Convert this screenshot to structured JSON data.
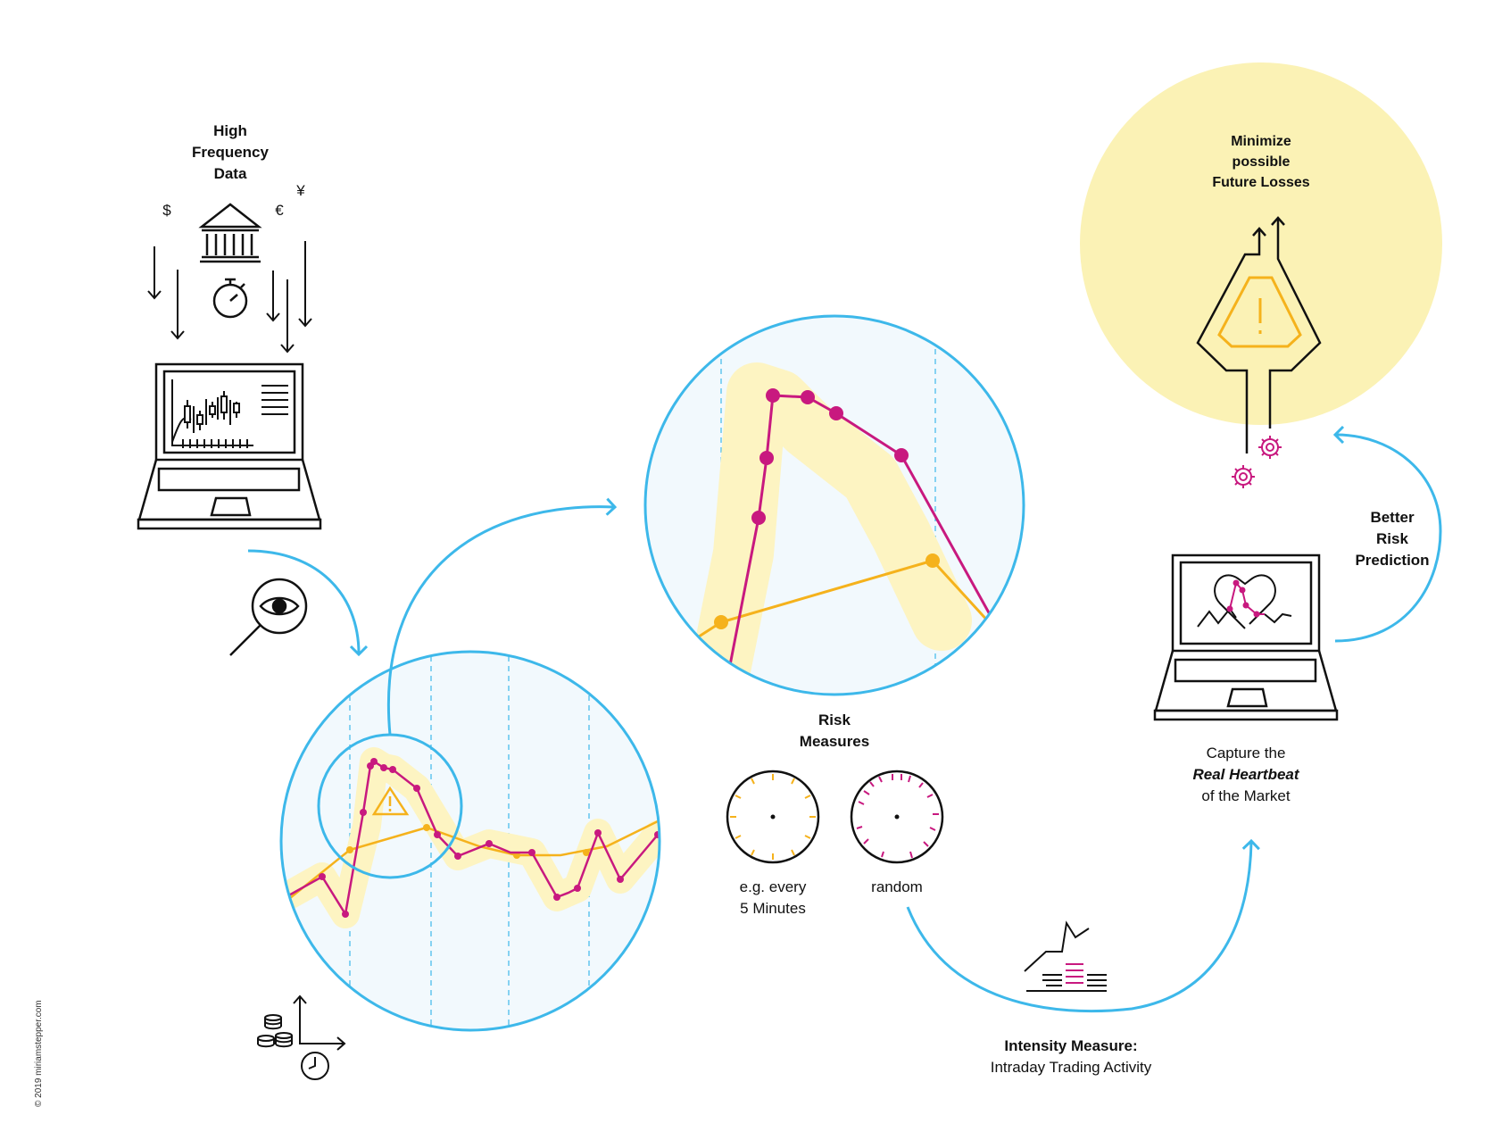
{
  "labels": {
    "hf_line1": "High",
    "hf_line2": "Frequency",
    "hf_line3": "Data",
    "dollar": "$",
    "euro": "€",
    "yen": "¥",
    "risk_line1": "Risk",
    "risk_line2": "Measures",
    "clock1_line1": "e.g. every",
    "clock1_line2": "5 Minutes",
    "clock2": "random",
    "intensity_title": "Intensity Measure:",
    "intensity_sub": "Intraday Trading Activity",
    "capture_line1": "Capture the",
    "capture_line2": "Real Heartbeat",
    "capture_line3": "of the Market",
    "better_line1": "Better",
    "better_line2": "Risk",
    "better_line3": "Prediction",
    "min_line1": "Minimize",
    "min_line2": "possible",
    "min_line3": "Future Losses",
    "copyright": "© 2019 miriamstepper.com"
  },
  "colors": {
    "arrow_blue": "#3db8ea",
    "magenta": "#c8197f",
    "orange": "#f5b21c",
    "highlight_yellow": "#fdf4c2",
    "sun_yellow": "#fbf2b5",
    "ink": "#111111"
  }
}
